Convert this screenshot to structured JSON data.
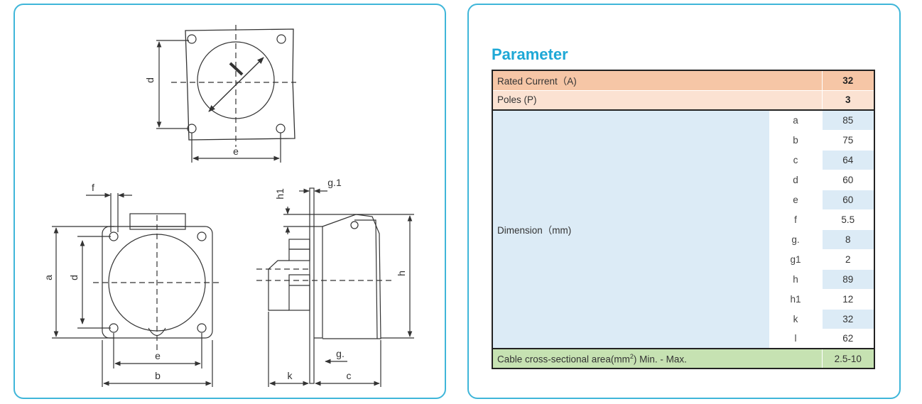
{
  "drawing": {
    "labels": {
      "top_d": "d",
      "top_e": "e",
      "front_f": "f",
      "front_a": "a",
      "front_d": "d",
      "front_e": "e",
      "front_b": "b",
      "side_h1": "h1",
      "side_g1": "g.1",
      "side_h": "h",
      "side_g": "g.",
      "side_k": "k",
      "side_c": "c"
    }
  },
  "parameter": {
    "title": "Parameter",
    "rated_current_label": "Rated Current（A)",
    "rated_current_value": "32",
    "poles_label": "Poles (P)",
    "poles_value": "3",
    "dimension_label": "Dimension（mm)",
    "dimensions": [
      {
        "key": "a",
        "value": "85"
      },
      {
        "key": "b",
        "value": "75"
      },
      {
        "key": "c",
        "value": "64"
      },
      {
        "key": "d",
        "value": "60"
      },
      {
        "key": "e",
        "value": "60"
      },
      {
        "key": "f",
        "value": "5.5"
      },
      {
        "key": "g.",
        "value": "8"
      },
      {
        "key": "g1",
        "value": "2"
      },
      {
        "key": "h",
        "value": "89"
      },
      {
        "key": "h1",
        "value": "12"
      },
      {
        "key": "k",
        "value": "32"
      },
      {
        "key": "l",
        "value": "62"
      }
    ],
    "cable_label_pre": "Cable cross-sectional area(mm",
    "cable_label_sup": "2",
    "cable_label_post": ") Min. - Max.",
    "cable_value": "2.5-10"
  }
}
